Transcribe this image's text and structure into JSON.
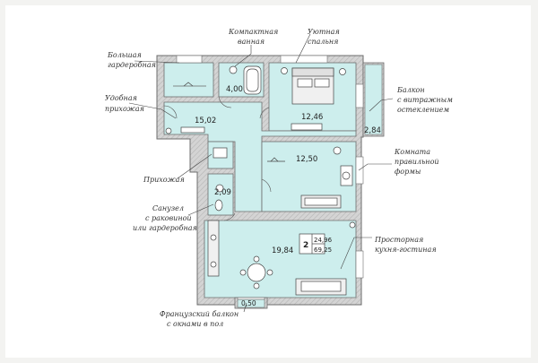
{
  "plan": {
    "rooms_count": "2",
    "living_area": "24,96",
    "total_area": "69,25"
  },
  "areas": {
    "wardrobe": "4,00",
    "hall": "15,02",
    "bathroom": "2,09",
    "bedroom": "12,46",
    "room": "12,50",
    "kitchen": "19,84",
    "balcony": "2,84",
    "french_balcony": "0,50"
  },
  "callouts": {
    "wardrobe": [
      "Большая",
      "гардеробная"
    ],
    "hall": [
      "Удобная",
      "прихожая"
    ],
    "compact_bath": [
      "Компактная",
      "ванная"
    ],
    "bedroom": [
      "Уютная",
      "спальня"
    ],
    "balcony": [
      "Балкон",
      "с витражным",
      "остеклением"
    ],
    "room": [
      "Комната",
      "правильной",
      "формы"
    ],
    "pantry": [
      "Прихожая"
    ],
    "bathroom": [
      "Санузел",
      "с раковиной",
      "или гардеробная"
    ],
    "kitchen": [
      "Просторная",
      "кухня-гостиная"
    ],
    "french_balcony": [
      "Французский балкон",
      "с окнами в пол"
    ]
  },
  "colors": {
    "floor": "#cdeeed",
    "wall": "#c9c9c9",
    "wall_stroke": "#6d6d6d",
    "line": "#444444"
  }
}
